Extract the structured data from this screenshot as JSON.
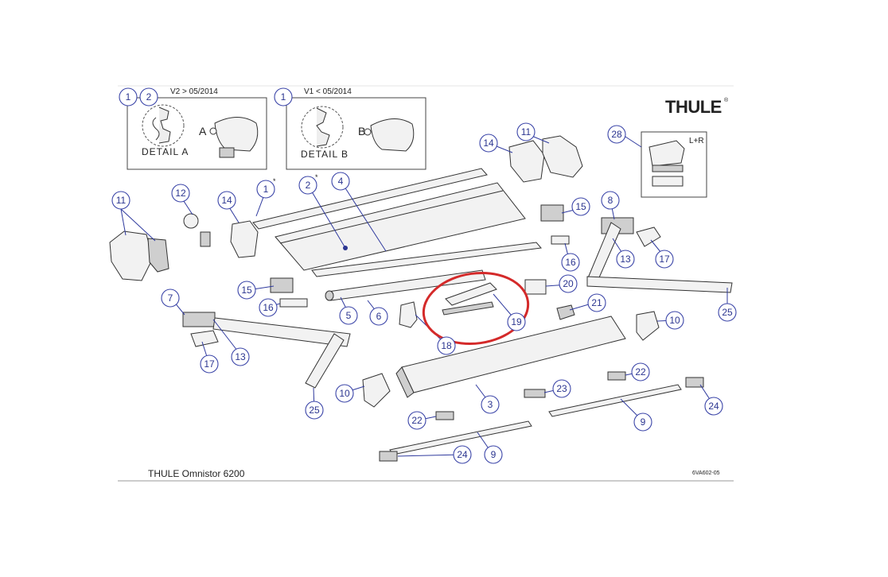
{
  "brand": {
    "logo_text": "THULE",
    "logo_mark": "®",
    "model_title": "THULE Omnistor 6200",
    "drawing_code": "6VA602-05"
  },
  "details": {
    "box_a": {
      "badges": [
        "1",
        "2"
      ],
      "version_note": "V2 > 05/2014",
      "detail_label": "DETAIL A",
      "letter": "A"
    },
    "box_b": {
      "badges": [
        "1"
      ],
      "version_note": "V1 < 05/2014",
      "detail_label": "DETAIL B",
      "letter": "B"
    }
  },
  "part28_note": "L+R",
  "starred_callouts": [
    "1",
    "2"
  ],
  "callouts": [
    "1",
    "2",
    "3",
    "4",
    "5",
    "6",
    "7",
    "8",
    "9",
    "9",
    "10",
    "10",
    "11",
    "11",
    "12",
    "13",
    "13",
    "14",
    "14",
    "15",
    "15",
    "16",
    "16",
    "17",
    "17",
    "18",
    "19",
    "20",
    "21",
    "22",
    "22",
    "23",
    "24",
    "24",
    "25",
    "25",
    "28"
  ],
  "highlight": {
    "part": "19",
    "color": "#d42a2a"
  },
  "colors": {
    "callout": "#3b45a8",
    "highlight": "#d42a2a"
  }
}
